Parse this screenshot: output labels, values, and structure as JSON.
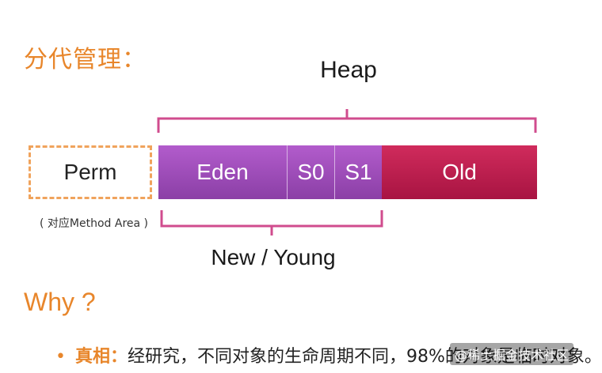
{
  "title": "分代管理：",
  "diagram": {
    "heap_label": "Heap",
    "perm": {
      "label": "Perm",
      "note": "( 对应Method Area )"
    },
    "segments": {
      "eden": "Eden",
      "s0": "S0",
      "s1": "S1",
      "old": "Old"
    },
    "young_label": "New / Young"
  },
  "why": {
    "heading": "Why ?",
    "bullet": {
      "dot": "•",
      "key": "真相：",
      "text": "经研究，不同对象的生命周期不同，98%的对象是临时对象。"
    }
  },
  "watermark": "@稀土掘金技术社区",
  "colors": {
    "accent_orange": "#e8862b",
    "young_purple": "#9c4bb8",
    "old_crimson": "#bf1f52",
    "bracket_pink": "#d04c8e"
  }
}
